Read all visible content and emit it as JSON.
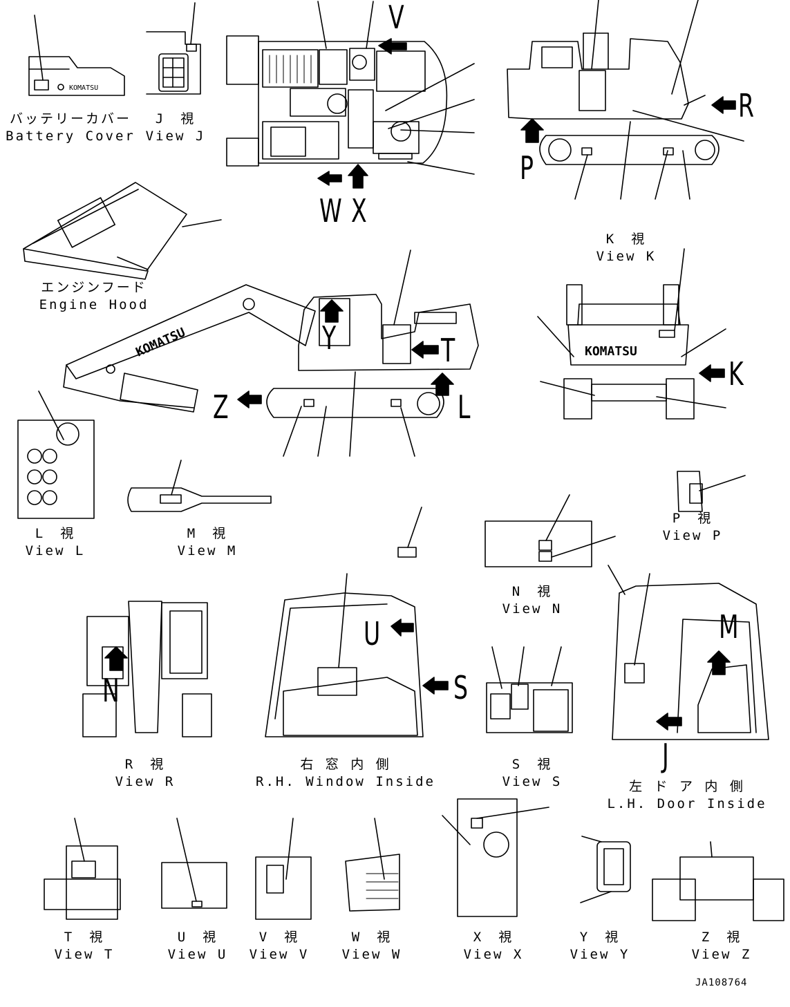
{
  "drawing_id": "JA108764",
  "brand": "KOMATSU",
  "views": {
    "battery_cover": {
      "jp": "バッテリーカバー",
      "en": "Battery Cover"
    },
    "j": {
      "jp": "J　視",
      "en": "View J"
    },
    "k": {
      "jp": "K　視",
      "en": "View K"
    },
    "engine_hood": {
      "jp": "エンジンフード",
      "en": "Engine Hood"
    },
    "l": {
      "jp": "L　視",
      "en": "View L"
    },
    "m": {
      "jp": "M　視",
      "en": "View M"
    },
    "p": {
      "jp": "P　視",
      "en": "View P"
    },
    "n": {
      "jp": "N　視",
      "en": "View N"
    },
    "r": {
      "jp": "R　視",
      "en": "View R"
    },
    "rh_window": {
      "jp": "右 窓 内 側",
      "en": "R.H. Window Inside"
    },
    "s": {
      "jp": "S　視",
      "en": "View S"
    },
    "lh_door": {
      "jp": "左 ド ア 内 側",
      "en": "L.H. Door Inside"
    },
    "t": {
      "jp": "T　視",
      "en": "View T"
    },
    "u": {
      "jp": "U　視",
      "en": "View U"
    },
    "v": {
      "jp": "V　視",
      "en": "View V"
    },
    "w": {
      "jp": "W　視",
      "en": "View W"
    },
    "x": {
      "jp": "X　視",
      "en": "View X"
    },
    "y": {
      "jp": "Y　視",
      "en": "View Y"
    },
    "z": {
      "jp": "Z　視",
      "en": "View Z"
    }
  },
  "view_letters": {
    "v": "V",
    "w": "W",
    "x": "X",
    "r": "R",
    "p": "P",
    "y": "Y",
    "t": "T",
    "z": "Z",
    "l": "L",
    "k": "K",
    "u": "U",
    "s": "S",
    "m": "M",
    "j": "J",
    "n": "N"
  }
}
